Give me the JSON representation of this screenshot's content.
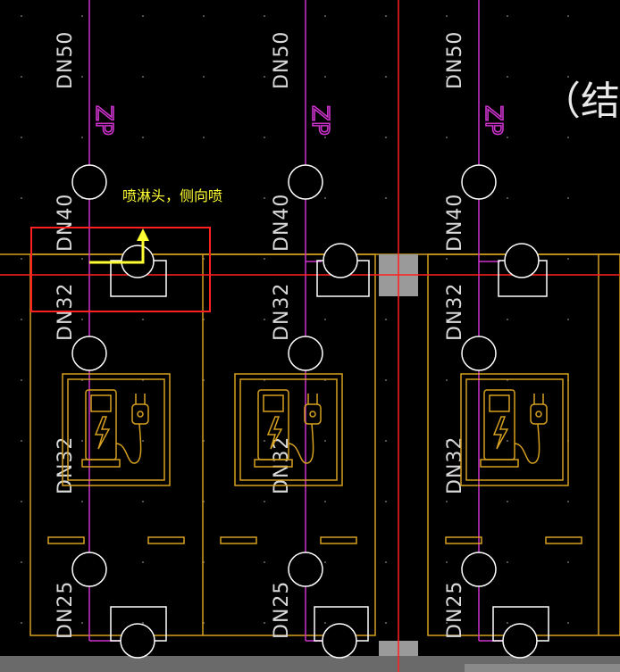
{
  "drawing": {
    "struct_note": "（结构",
    "annotation": "喷淋头，侧向喷",
    "columns": [
      {
        "zp_label": "ZP",
        "pipe_labels": [
          "DN50",
          "DN40",
          "DN32",
          "DN32",
          "DN25"
        ]
      },
      {
        "zp_label": "ZP",
        "pipe_labels": [
          "DN50",
          "DN40",
          "DN32",
          "DN32",
          "DN25"
        ]
      },
      {
        "zp_label": "ZP",
        "pipe_labels": [
          "DN50",
          "DN40",
          "DN32",
          "DN32",
          "DN25"
        ]
      }
    ],
    "colors": {
      "background": "#000000",
      "pipe": "#cc33cc",
      "outline": "#d6a020",
      "crosshair": "#ff2020",
      "highlight_box": "#ff2020",
      "annotation_text": "#ffff33",
      "sprinkler": "#ffffff",
      "column": "#9a9a9a"
    },
    "icons": [
      "ev-charger-icon",
      "power-plug-icon",
      "sprinkler-head-icon",
      "arrow-up-icon"
    ]
  }
}
